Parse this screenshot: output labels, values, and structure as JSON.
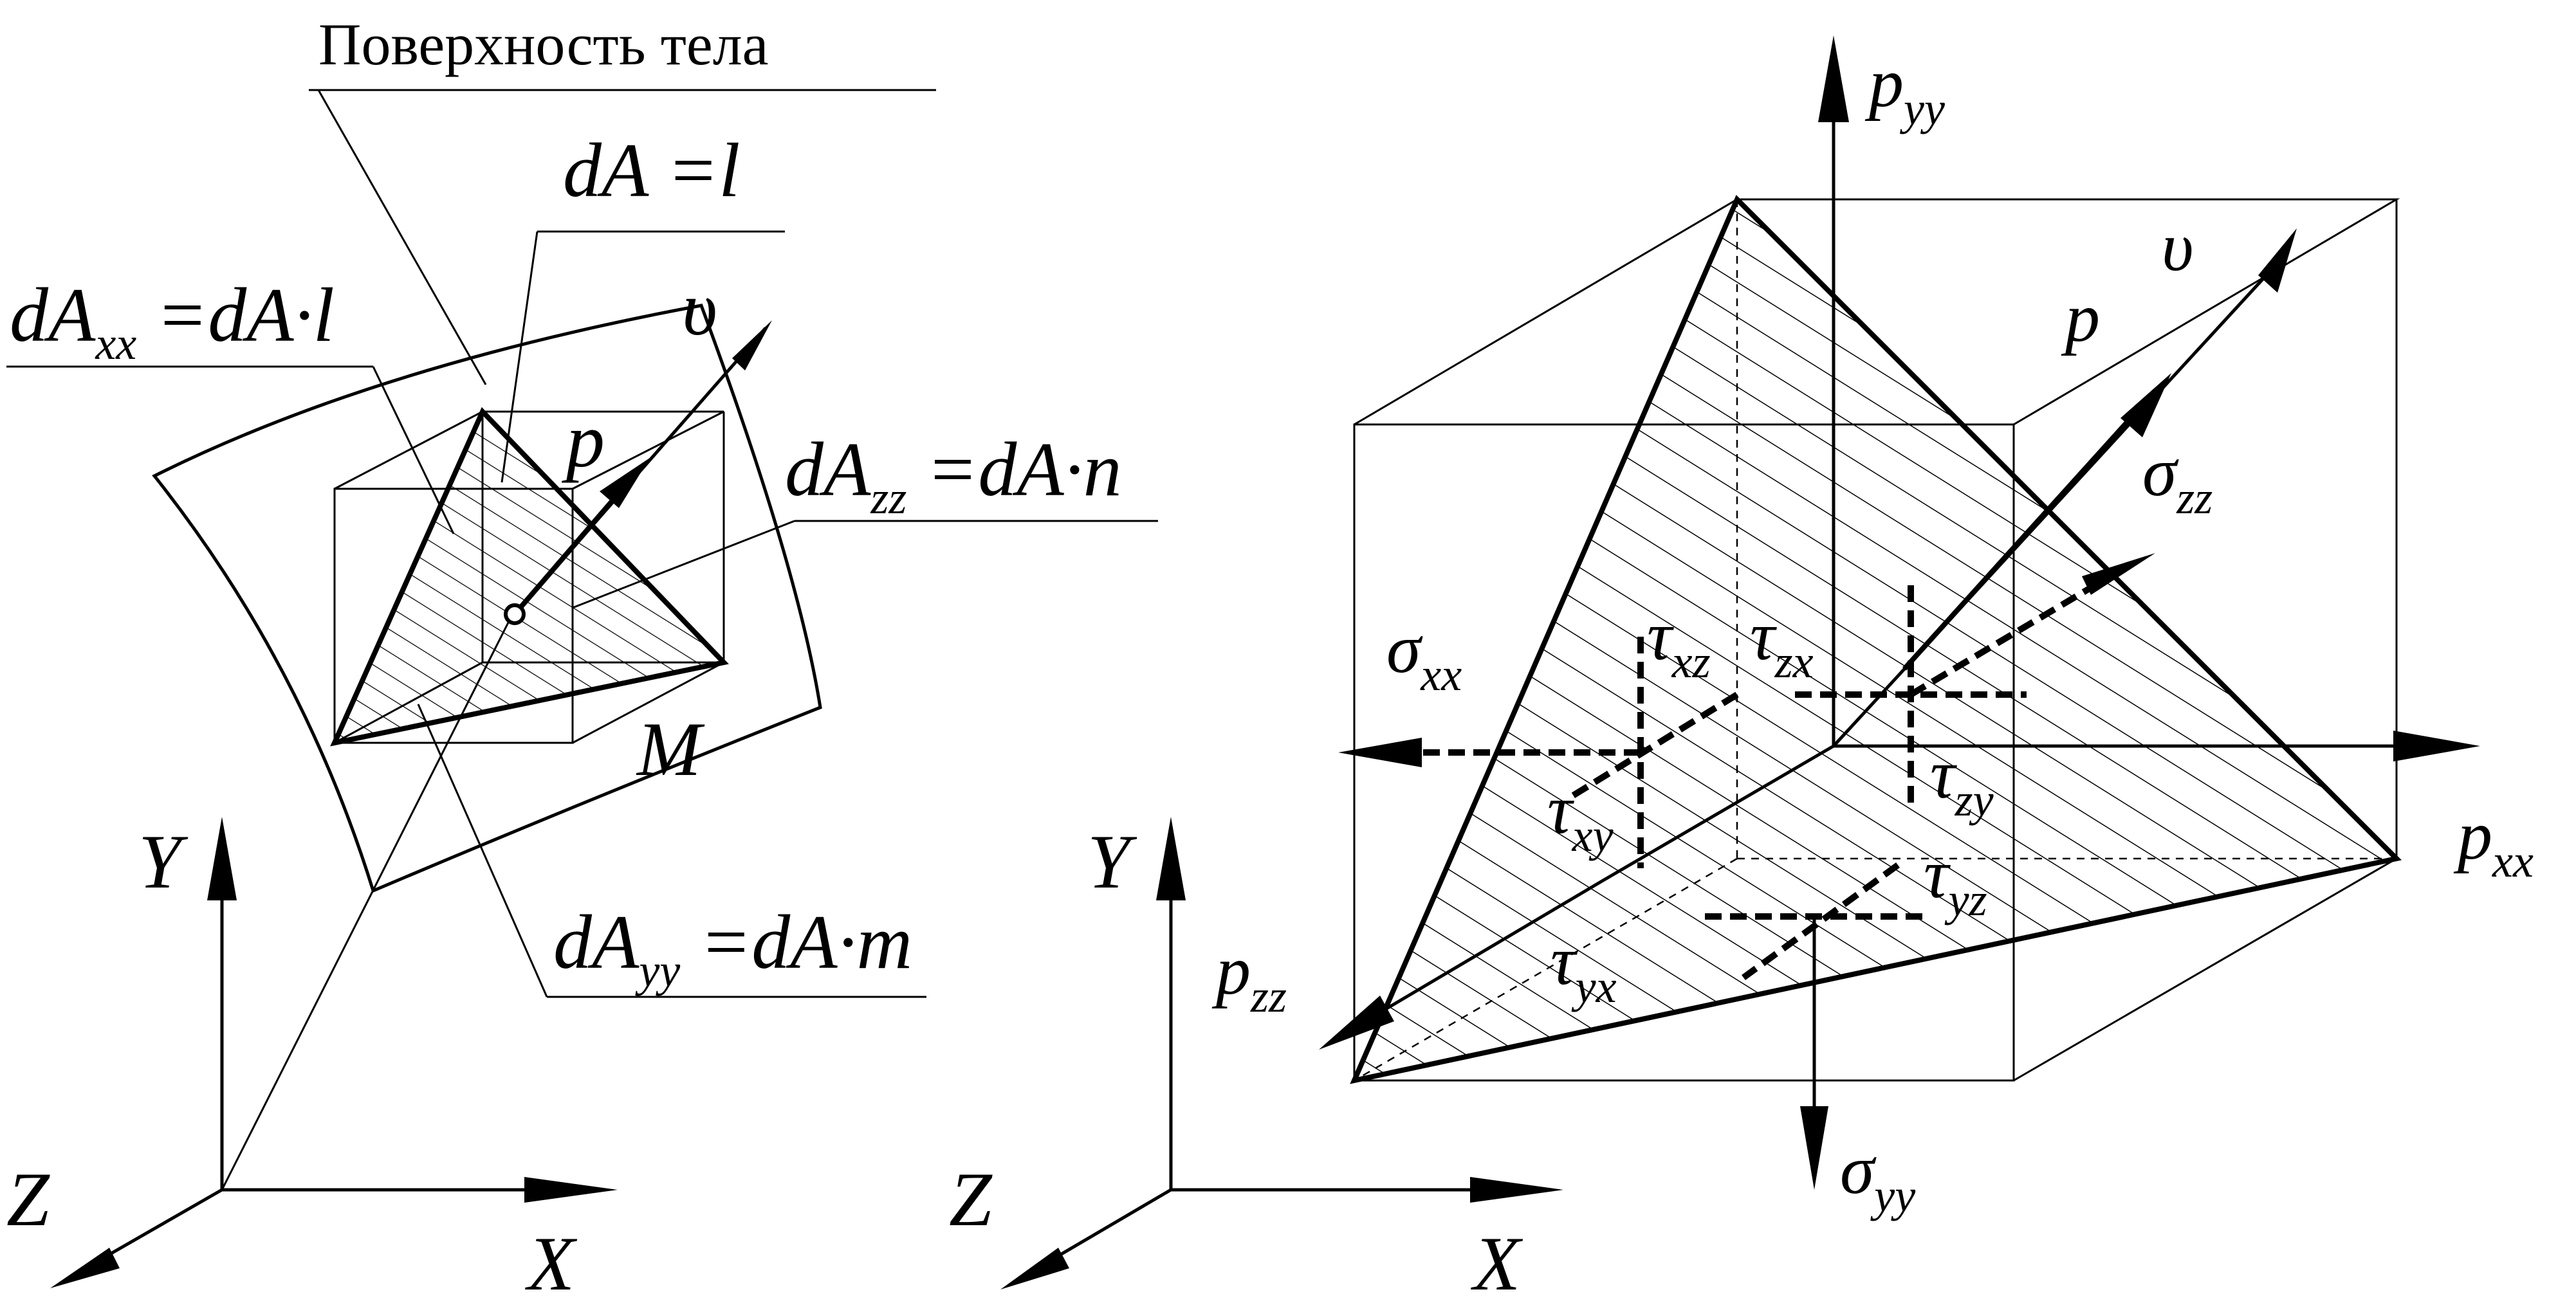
{
  "left": {
    "surface_caption": "Поверхность тела",
    "dA": "dA =l",
    "dAxx": {
      "base": "dA",
      "sub": "xx",
      "rest": " =dA·l"
    },
    "dAyy": {
      "base": "dA",
      "sub": "yy",
      "rest": " =dA·m"
    },
    "dAzz": {
      "base": "dA",
      "sub": "zz",
      "rest": " =dA·n"
    },
    "nu": "υ",
    "p": "p",
    "M": "M",
    "axes": {
      "x": "X",
      "y": "Y",
      "z": "Z"
    }
  },
  "right": {
    "nu": "υ",
    "p": "p",
    "pyy": {
      "base": "p",
      "sub": "yy"
    },
    "pxx": {
      "base": "p",
      "sub": "xx"
    },
    "pzz": {
      "base": "p",
      "sub": "zz"
    },
    "sigma_xx": {
      "base": "σ",
      "sub": "xx"
    },
    "sigma_yy": {
      "base": "σ",
      "sub": "yy"
    },
    "sigma_zz": {
      "base": "σ",
      "sub": "zz"
    },
    "tau_xz": {
      "base": "τ",
      "sub": "xz"
    },
    "tau_zx": {
      "base": "τ",
      "sub": "zx"
    },
    "tau_xy": {
      "base": "τ",
      "sub": "xy"
    },
    "tau_zy": {
      "base": "τ",
      "sub": "zy"
    },
    "tau_yx": {
      "base": "τ",
      "sub": "yx"
    },
    "tau_yz": {
      "base": "τ",
      "sub": "yz"
    },
    "axes": {
      "x": "X",
      "y": "Y",
      "z": "Z"
    }
  }
}
